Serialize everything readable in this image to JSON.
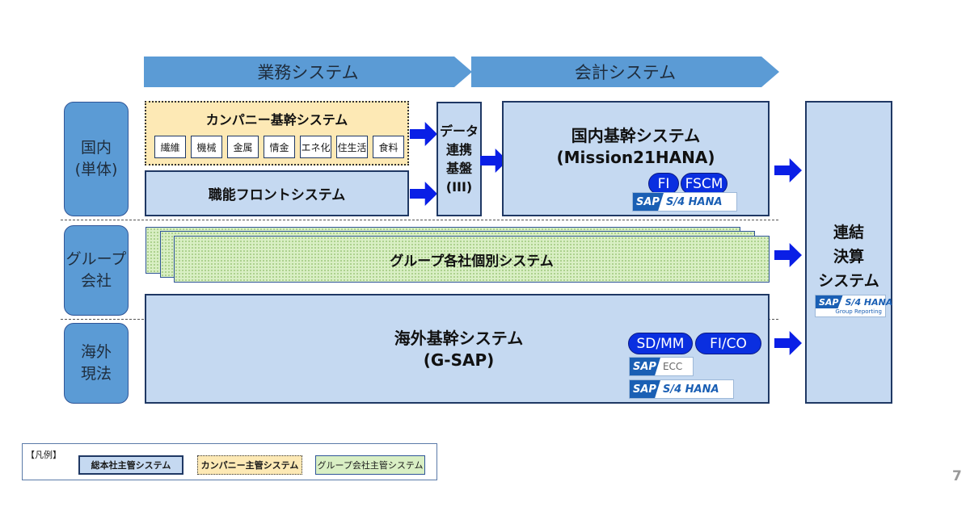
{
  "header": {
    "business_label": "業務システム",
    "accounting_label": "会計システム"
  },
  "regions": {
    "domestic": "国内\n(単体)",
    "group": "グループ\n会社",
    "overseas": "海外\n現法"
  },
  "company_system": {
    "title": "カンパニー基幹システム",
    "divisions": [
      "繊維",
      "機械",
      "金属",
      "情金",
      "エネ化",
      "住生活",
      "食料"
    ]
  },
  "functional_front": {
    "title": "職能フロントシステム"
  },
  "data_platform": {
    "title": "データ\n連携\n基盤\n(III)"
  },
  "domestic_core": {
    "title": "国内基幹システム\n(Mission21HANA)",
    "modules": [
      "FI",
      "FSCM"
    ]
  },
  "group_systems": {
    "title": "グループ各社個別システム"
  },
  "overseas_core": {
    "title": "海外基幹システム\n(G-SAP)",
    "modules": [
      "SD/MM",
      "FI/CO"
    ]
  },
  "consolidation": {
    "title": "連結\n決算\nシステム"
  },
  "sap_logos": {
    "brand": "SAP",
    "s4hana": "S/4 HANA",
    "ecc": "ECC",
    "group_reporting": "Group Reporting"
  },
  "legend": {
    "label": "【凡例】",
    "hq": "総本社主管システム",
    "company": "カンパニー主管システム",
    "group": "グループ会社主管システム"
  },
  "page_number": "7",
  "colors": {
    "header_blue": "#5b9bd5",
    "system_fill": "#c5d9f1",
    "company_fill": "#fde9b5",
    "group_fill": "#d9efc4",
    "arrow_blue": "#0a1fe6",
    "border_navy": "#1f3864"
  }
}
